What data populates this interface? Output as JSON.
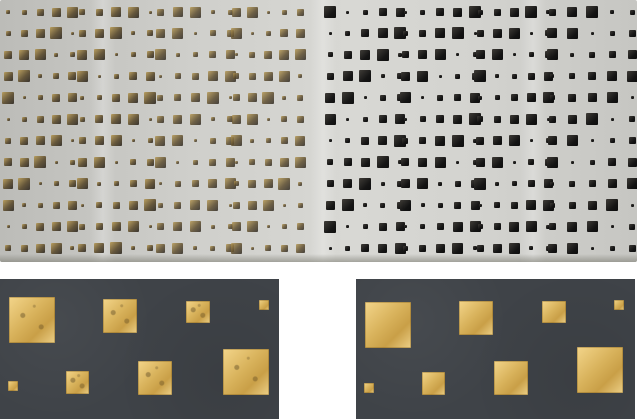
{
  "figure": {
    "description_text": "",
    "panels": [
      {
        "name": "sample-photo"
      },
      {
        "name": "zoom-left"
      },
      {
        "name": "zoom-right"
      }
    ]
  }
}
